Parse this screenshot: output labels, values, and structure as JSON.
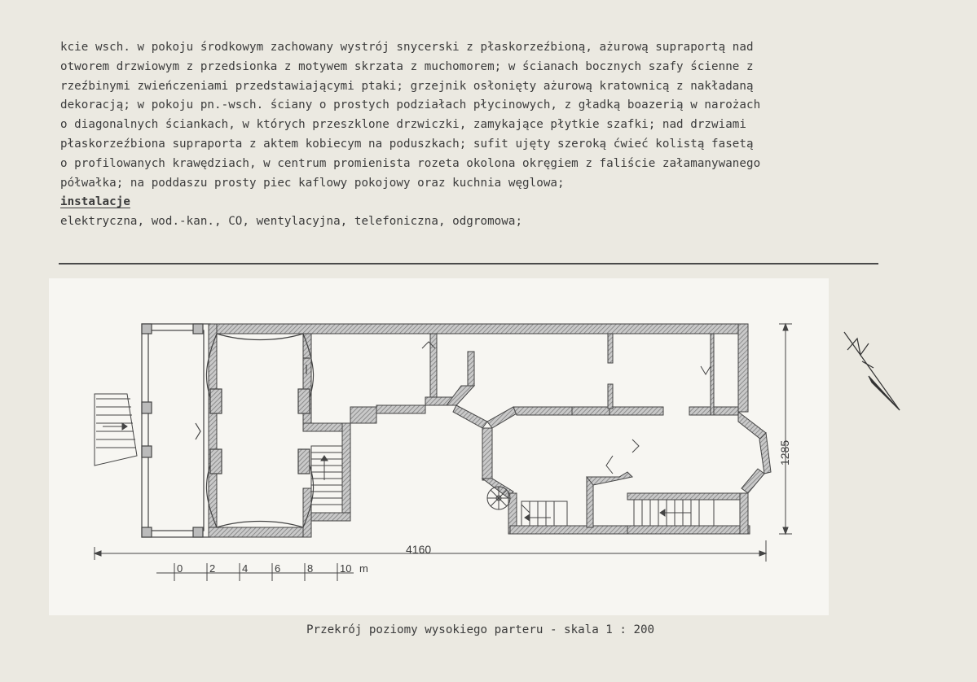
{
  "description_lines": [
    "kcie wsch. w pokoju środkowym zachowany wystrój snycerski z płaskorzeźbioną, ażurową supraportą nad",
    "otworem drzwiowym z przedsionka z motywem skrzata z muchomorem; w ścianach bocznych szafy ścienne z",
    "rzeźbinymi zwieńczeniami przedstawiającymi ptaki; grzejnik osłonięty ażurową kratownicą z nakładaną",
    "dekoracją; w pokoju pn.-wsch. ściany o prostych podziałach płycinowych, z gładką boazerią w narożach",
    "o diagonalnych ściankach, w których przeszklone drzwiczki, zamykające płytkie szafki; nad drzwiami",
    "płaskorzeźbiona supraporta z aktem kobiecym na poduszkach; sufit ujęty szeroką ćwieć kolistą fasetą",
    "o profilowanych krawędziach, w centrum promienista rozeta okolona okręgiem z faliście załamanywanego",
    "półwałka; na poddaszu prosty piec kaflowy pokojowy oraz kuchnia węglowa;"
  ],
  "installations_heading": "instalacje",
  "installations_text": "elektryczna, wod.-kan., CO, wentylacyjna, telefoniczna, odgromowa;",
  "plan": {
    "dimension_width": "4160",
    "dimension_height": "1285",
    "scale_ticks": [
      "0",
      "2",
      "4",
      "6",
      "8",
      "10"
    ],
    "scale_unit": "m",
    "north_arrow_label": "N"
  },
  "caption": "Przekrój poziomy wysokiego parteru - skala 1 : 200",
  "colors": {
    "paper": "#ebe9e1",
    "sheet": "#f7f6f2",
    "ink": "#3b3b3b",
    "wall_hatch": "#8a8a8a"
  }
}
